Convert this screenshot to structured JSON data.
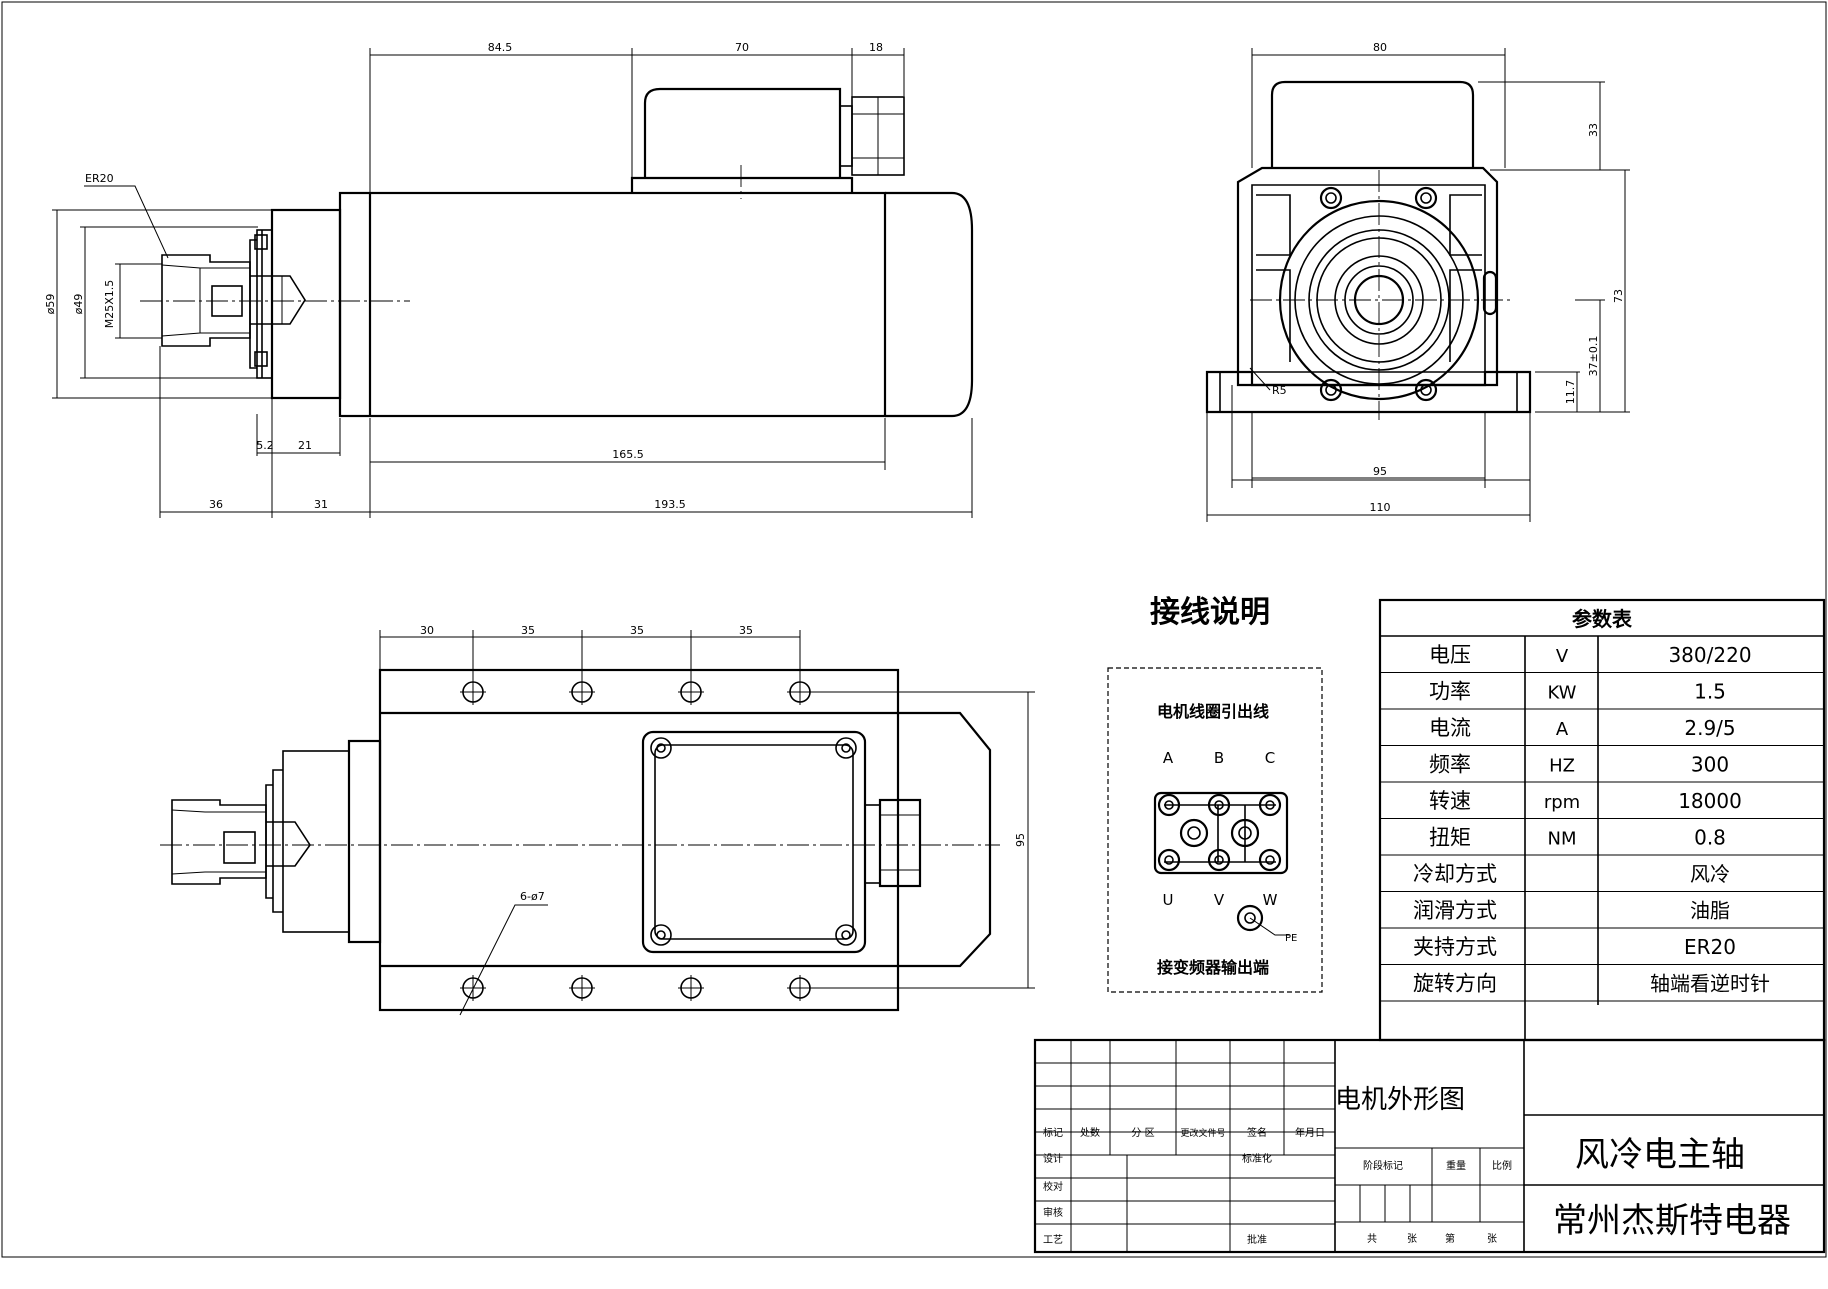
{
  "side_view": {
    "dims": {
      "top_84_5": "84.5",
      "top_70": "70",
      "top_18": "18",
      "dia59": "ø59",
      "dia49": "ø49",
      "thread": "M25X1.5",
      "collet": "ER20",
      "d5_2": "5.2",
      "d21": "21",
      "d165_5": "165.5",
      "d36": "36",
      "d31": "31",
      "d193_5": "193.5"
    }
  },
  "front_view": {
    "dims": {
      "w80": "80",
      "h33": "33",
      "h73": "73",
      "h37": "37±0.1",
      "h11_7": "11.7",
      "w95": "95",
      "w110": "110",
      "r5": "R5"
    }
  },
  "top_view": {
    "dims": {
      "s30": "30",
      "s35a": "35",
      "s35b": "35",
      "s35c": "35",
      "h95": "95",
      "holes": "6-ø7"
    }
  },
  "wiring": {
    "title": "接线说明",
    "subtitle": "电机线圈引出线",
    "top_labels": [
      "A",
      "B",
      "C"
    ],
    "bottom_labels": [
      "U",
      "V",
      "W"
    ],
    "pe": "PE",
    "footer": "接变频器输出端"
  },
  "params": {
    "title": "参数表",
    "rows": [
      {
        "label": "电压",
        "unit": "V",
        "value": "380/220"
      },
      {
        "label": "功率",
        "unit": "KW",
        "value": "1.5"
      },
      {
        "label": "电流",
        "unit": "A",
        "value": "2.9/5"
      },
      {
        "label": "频率",
        "unit": "HZ",
        "value": "300"
      },
      {
        "label": "转速",
        "unit": "rpm",
        "value": "18000"
      },
      {
        "label": "扭矩",
        "unit": "NM",
        "value": "0.8"
      },
      {
        "label": "冷却方式",
        "unit": "",
        "value": "风冷"
      },
      {
        "label": "润滑方式",
        "unit": "",
        "value": "油脂"
      },
      {
        "label": "夹持方式",
        "unit": "",
        "value": "ER20"
      },
      {
        "label": "旋转方向",
        "unit": "",
        "value": "轴端看逆时针"
      }
    ]
  },
  "title_block": {
    "row_header": [
      "标记",
      "处数",
      "分 区",
      "更改文件号",
      "签名",
      "年月日"
    ],
    "design": "设计",
    "std": "标准化",
    "check": "校对",
    "review": "审核",
    "process": "工艺",
    "approve": "批准",
    "stage": "阶段标记",
    "weight": "重量",
    "scale": "比例",
    "total": "共",
    "sheet1": "张",
    "page": "第",
    "sheet2": "张",
    "drawing_name": "电机外形图",
    "product": "风冷电主轴",
    "company": "常州杰斯特电器"
  }
}
